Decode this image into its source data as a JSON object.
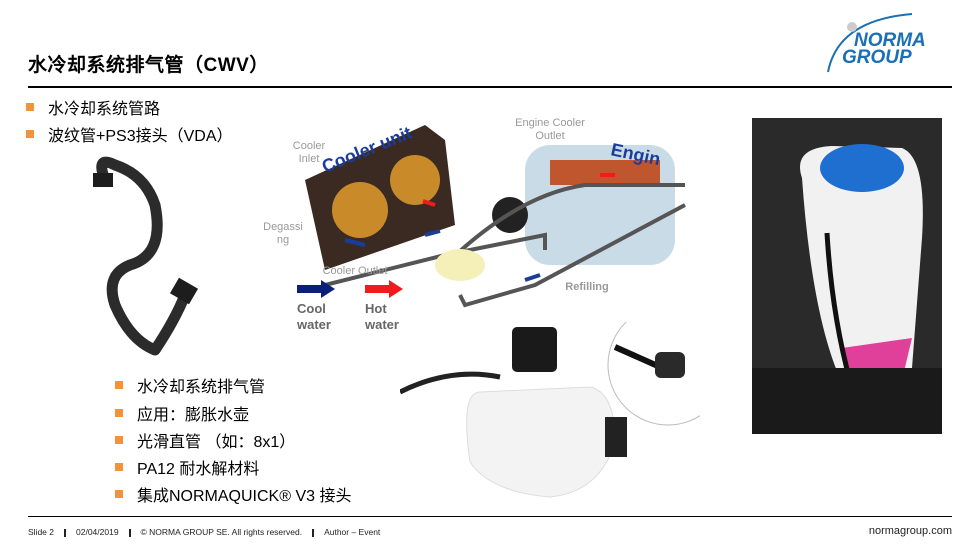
{
  "title": "水冷却系统排气管（CWV）",
  "logo": {
    "line1": "NORMA",
    "line2": "GROUP",
    "color": "#1a6fb5"
  },
  "top_bullets": [
    "水冷却系统管路",
    "波纹管+PS3接头（VDA）"
  ],
  "diagram": {
    "cooler_unit": "Cooler unit",
    "engine": "Engin",
    "cooler_inlet": "Cooler Inlet",
    "engine_cooler_outlet": "Engine Cooler Outlet",
    "degassing": "Degassing",
    "cooler_outlet": "Cooler Outlet",
    "refilling": "Refilling",
    "cool_water": "Cool water",
    "hot_water": "Hot water",
    "cool_color": "#0a1f7a",
    "hot_color": "#ee1c1c"
  },
  "bottom_bullets": [
    "水冷却系统排气管",
    "应用：膨胀水壶",
    "光滑直管 （如：8x1）",
    "PA12 耐水解材料",
    "集成NORMAQUICK® V3 接头"
  ],
  "footer": {
    "slide": "Slide 2",
    "date": "02/04/2019",
    "copyright": "© NORMA GROUP SE. All rights reserved.",
    "author": "Author – Event",
    "site": "normagroup.com"
  },
  "accent": "#f4923a"
}
